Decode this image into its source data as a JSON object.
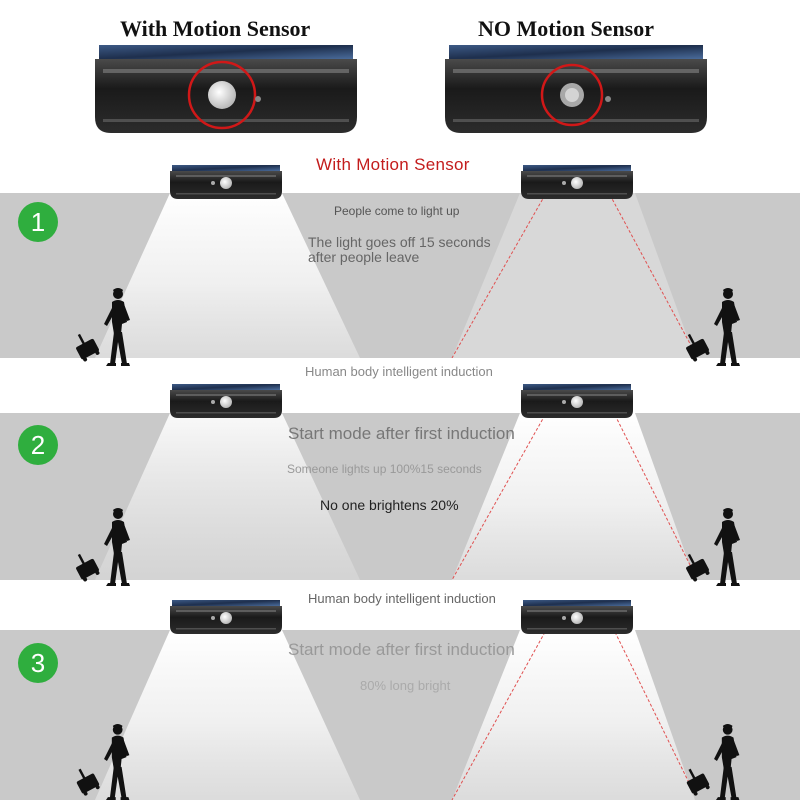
{
  "header": {
    "left_title": "With Motion Sensor",
    "right_title": "NO Motion Sensor"
  },
  "section_title": "With Motion Sensor",
  "modes": [
    {
      "number": "1",
      "texts": [
        "People come to light up",
        "The light goes off 15 seconds",
        "after people leave"
      ]
    },
    {
      "number": "2",
      "caption_above": "Human body intelligent induction",
      "texts": [
        "Start mode after first induction",
        "Someone lights up 100%15 seconds",
        "No one brightens 20%"
      ]
    },
    {
      "number": "3",
      "caption_above": "Human body intelligent induction",
      "texts": [
        "Start mode after first induction",
        "80% long bright"
      ]
    }
  ],
  "colors": {
    "badge": "#2fae3e",
    "sensor_circle": "#d01818",
    "laser": "#e05050",
    "band": "#c9c9c9"
  },
  "icons": [
    "solar-lamp-icon",
    "pir-sensor-icon",
    "person-with-suitcase-icon",
    "light-beam-icon"
  ]
}
